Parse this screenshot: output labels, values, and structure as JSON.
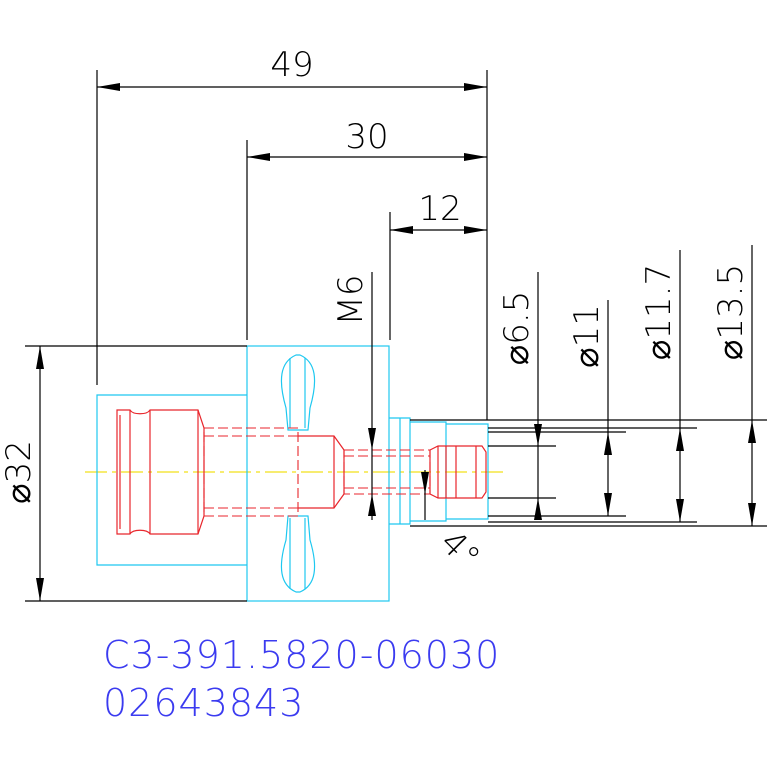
{
  "dimensions": {
    "overall_length": "49",
    "length_30": "30",
    "length_12": "12",
    "thread": "M6",
    "dia_6_5": "⌀6.5",
    "dia_11": "⌀11",
    "dia_11_7": "⌀11.7",
    "dia_13_5": "⌀13.5",
    "dia_32": "⌀32",
    "taper_angle": "4°"
  },
  "part_number": "C3-391.5820-06030",
  "item_number": "02643843",
  "colors": {
    "outline": "#1ec8f0",
    "hidden_detail": "#e8262c",
    "centerline": "#f2e01a",
    "text": "#3b3bf0",
    "dimension": "#000000"
  }
}
